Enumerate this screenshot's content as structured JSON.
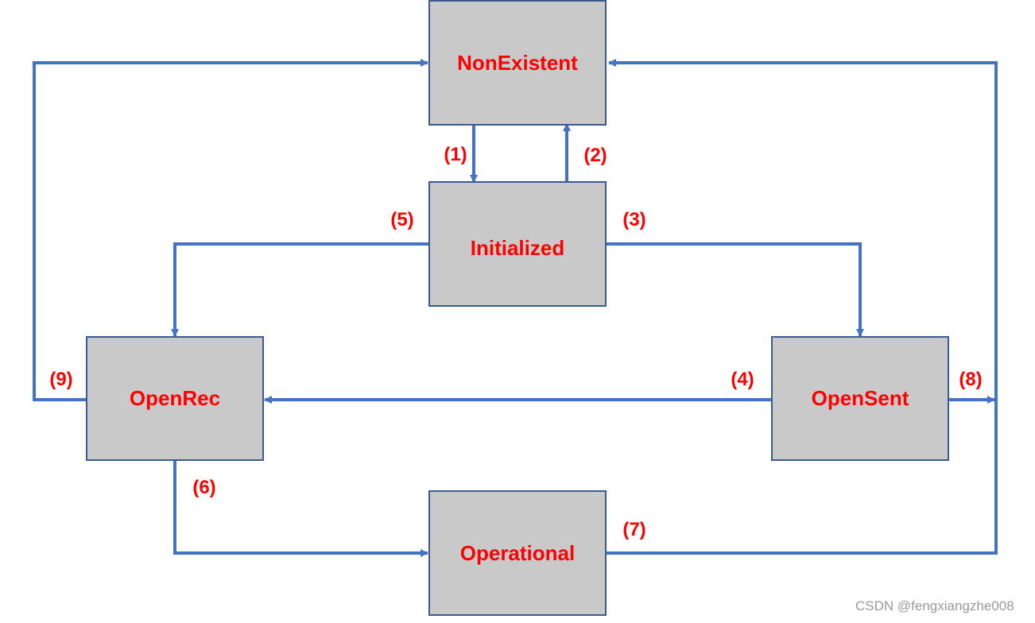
{
  "states": {
    "nonexistent": "NonExistent",
    "initialized": "Initialized",
    "openrec": "OpenRec",
    "opensent": "OpenSent",
    "operational": "Operational"
  },
  "transitions": {
    "t1": "(1)",
    "t2": "(2)",
    "t3": "(3)",
    "t4": "(4)",
    "t5": "(5)",
    "t6": "(6)",
    "t7": "(7)",
    "t8": "(8)",
    "t9": "(9)"
  },
  "watermark": "CSDN @fengxiangzhe008",
  "colors": {
    "box_fill": "#c9c9c9",
    "box_border": "#3b5a8f",
    "label": "#ff0000",
    "arrow": "#4472c4"
  }
}
